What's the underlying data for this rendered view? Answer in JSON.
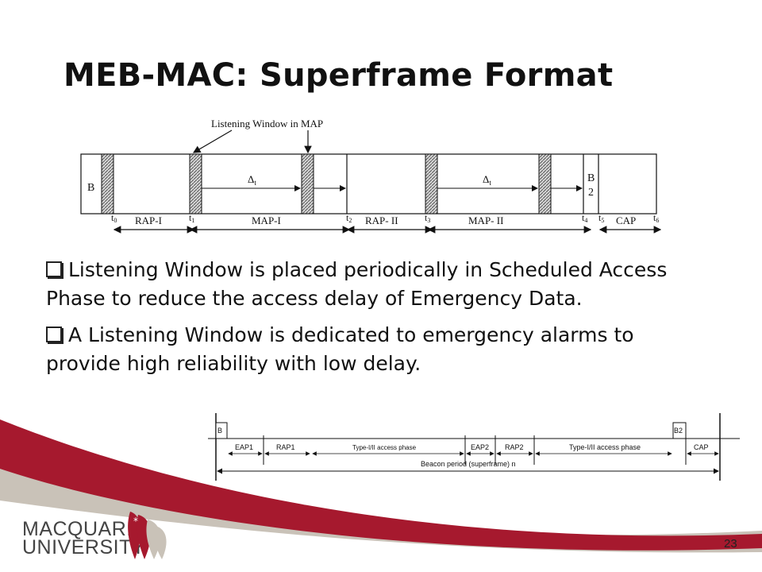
{
  "slide": {
    "title": "MEB-MAC: Superframe Format",
    "page_number": "23"
  },
  "diagram_superframe": {
    "callout": "Listening Window in MAP",
    "beacon1": "B",
    "beacon2_top": "B",
    "beacon2_bottom": "2",
    "delta": "Δ",
    "delta_sub": "t",
    "times": [
      "t",
      "t",
      "t",
      "t",
      "t",
      "t",
      "t"
    ],
    "time_subs": [
      "0",
      "1",
      "2",
      "3",
      "4",
      "5",
      "6"
    ],
    "phases": [
      "RAP-I",
      "MAP-I",
      "RAP- II",
      "MAP- II",
      "CAP"
    ]
  },
  "bullets": [
    "Listening Window is placed periodically in Scheduled Access Phase to reduce the access delay of Emergency Data.",
    "A Listening Window is dedicated to emergency alarms to provide high reliability with low delay."
  ],
  "diagram_beacon": {
    "b1": "B",
    "b2": "B2",
    "segments": [
      "EAP1",
      "RAP1",
      "Type-I/II access phase",
      "EAP2",
      "RAP2",
      "Type-I/II access phase",
      "CAP"
    ],
    "period_label": "Beacon period (superframe) n"
  },
  "logo": {
    "line1": "MACQUARIE",
    "line2": "UNIVERSITY"
  },
  "colors": {
    "brand_red": "#a6192e",
    "footer_taupe": "#c9c2b8"
  }
}
